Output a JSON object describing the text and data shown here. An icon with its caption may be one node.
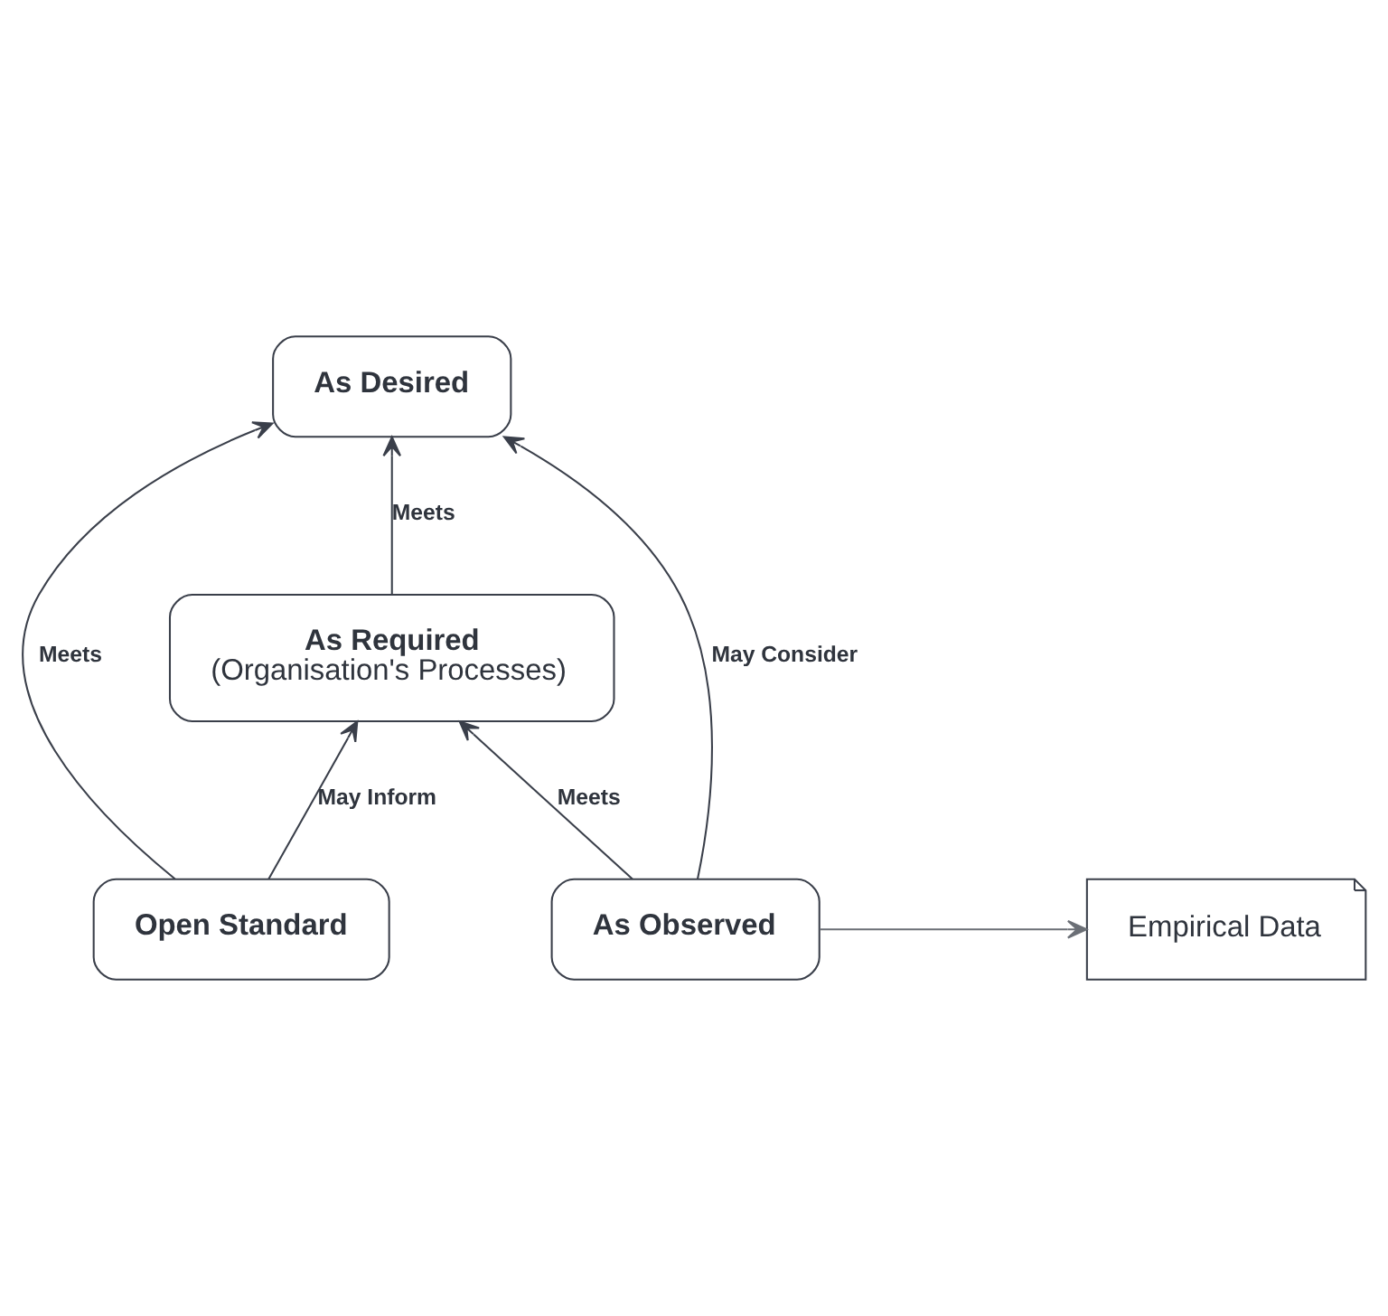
{
  "diagram": {
    "nodes": [
      {
        "text": [
          "As Desired"
        ]
      },
      {
        "text": [
          "Open Standard"
        ]
      },
      {
        "text": [
          "As Required",
          "(Organisation's Processes)"
        ]
      },
      {
        "text": [
          "Empirical Data"
        ]
      },
      {
        "text": [
          "As Observed"
        ]
      }
    ],
    "edges": [
      {
        "from": 1,
        "to": 0,
        "arrow": "to",
        "label": "Meets"
      },
      {
        "from": 2,
        "to": 0,
        "arrow": "to",
        "label": "Meets"
      },
      {
        "from": 1,
        "to": 2,
        "arrow": "to",
        "label": "May Inform"
      },
      {
        "from": 4,
        "to": 0,
        "arrow": "to",
        "label": "May Consider"
      },
      {
        "from": 4,
        "to": 2,
        "arrow": "to",
        "label": "Meets"
      },
      {
        "from": 4,
        "to": 3,
        "arrow": "to",
        "color": "#6b6f76"
      }
    ]
  }
}
